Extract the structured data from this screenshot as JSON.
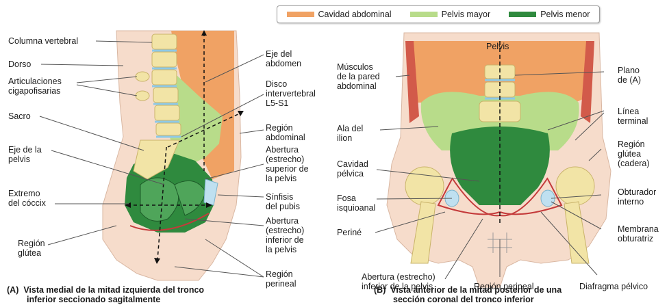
{
  "legend": {
    "items": [
      {
        "label": "Cavidad abdominal",
        "color": "#f0a264"
      },
      {
        "label": "Pelvis mayor",
        "color": "#b8dc8a"
      },
      {
        "label": "Pelvis menor",
        "color": "#2f8a3e"
      }
    ]
  },
  "panel_a": {
    "labels": {
      "columna_vertebral": "Columna vertebral",
      "dorso": "Dorso",
      "articulaciones_1": "Articulaciones",
      "articulaciones_2": "cigapofisarias",
      "sacro": "Sacro",
      "eje_pelvis_1": "Eje de la",
      "eje_pelvis_2": "pelvis",
      "extremo_1": "Extremo",
      "extremo_2": "del cóccix",
      "region_glutea_1": "Región",
      "region_glutea_2": "glútea",
      "eje_abdomen_1": "Eje del",
      "eje_abdomen_2": "abdomen",
      "disco_1": "Disco",
      "disco_2": "intervertebral",
      "disco_3": "L5-S1",
      "region_abdominal_1": "Región",
      "region_abdominal_2": "abdominal",
      "abertura_sup_1": "Abertura",
      "abertura_sup_2": "(estrecho)",
      "abertura_sup_3": "superior de",
      "abertura_sup_4": "la pelvis",
      "sinfisis_1": "Sínfisis",
      "sinfisis_2": "del pubis",
      "abertura_inf_1": "Abertura",
      "abertura_inf_2": "(estrecho)",
      "abertura_inf_3": "inferior de",
      "abertura_inf_4": "la pelvis",
      "region_perineal_1": "Región",
      "region_perineal_2": "perineal"
    },
    "caption_letter": "(A)",
    "caption_line1": "Vista medial de la mitad izquierda del tronco",
    "caption_line2": "inferior seccionado sagitalmente"
  },
  "panel_b": {
    "labels": {
      "pelvis": "Pelvis",
      "musculos_1": "Músculos",
      "musculos_2": "de la pared",
      "musculos_3": "abdominal",
      "ala_1": "Ala del",
      "ala_2": "ilion",
      "cavidad_1": "Cavidad",
      "cavidad_2": "pélvica",
      "fosa_1": "Fosa",
      "fosa_2": "isquioanal",
      "perine": "Periné",
      "abertura_inf_1": "Abertura (estrecho)",
      "abertura_inf_2": "inferior de la pelvis",
      "region_perineal": "Región perineal",
      "diafragma": "Diafragma pélvico",
      "plano_1": "Plano",
      "plano_2": "de (A)",
      "linea_1": "Línea",
      "linea_2": "terminal",
      "region_glutea_1": "Región",
      "region_glutea_2": "glútea",
      "region_glutea_3": "(cadera)",
      "obturador_1": "Obturador",
      "obturador_2": "interno",
      "membrana_1": "Membrana",
      "membrana_2": "obturatriz"
    },
    "caption_letter": "(B)",
    "caption_line1": "Vista anterior de la mitad posterior de una",
    "caption_line2": "sección coronal del tronco inferior"
  }
}
